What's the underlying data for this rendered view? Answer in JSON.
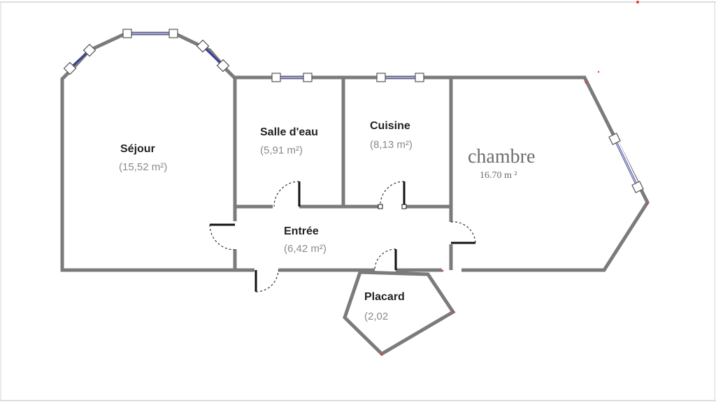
{
  "floor_plan": {
    "rooms": [
      {
        "id": "sejour",
        "name": "Séjour",
        "area": "(15,52 m²)"
      },
      {
        "id": "salle-d-eau",
        "name": "Salle d'eau",
        "area": "(5,91 m²)"
      },
      {
        "id": "cuisine",
        "name": "Cuisine",
        "area": "(8,13 m²)"
      },
      {
        "id": "chambre",
        "name": "chambre",
        "area": "16.70 m ²"
      },
      {
        "id": "entree",
        "name": "Entrée",
        "area": "(6,42 m²)"
      },
      {
        "id": "placard",
        "name": "Placard",
        "area": "(2,02"
      }
    ],
    "colors": {
      "wall": "#7b7b7b",
      "window_frame": "#3b3f9a",
      "name_text": "#222222",
      "area_text": "#8a8a8a",
      "chambre_text": "#6d6d6d",
      "door_arc": "#333333",
      "marker": "#e03b3b"
    }
  }
}
